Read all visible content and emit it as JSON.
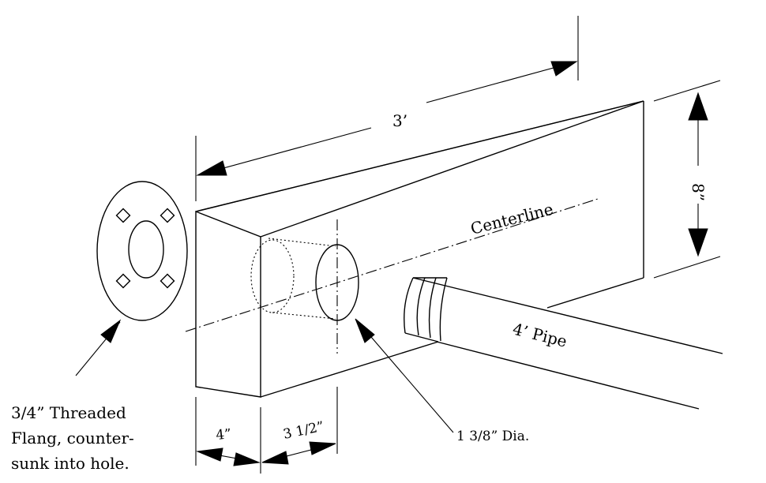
{
  "labels": {
    "length": "3’",
    "height": "8”",
    "centerline": "Centerline",
    "pipe": "4’ Pipe",
    "hole_dia": "1 3/8” Dia.",
    "dim_4in": "4”",
    "dim_3half": "3 1/2”",
    "flange_line1": "3/4” Threaded",
    "flange_line2": "Flang, counter-",
    "flange_line3": "sunk into hole."
  }
}
